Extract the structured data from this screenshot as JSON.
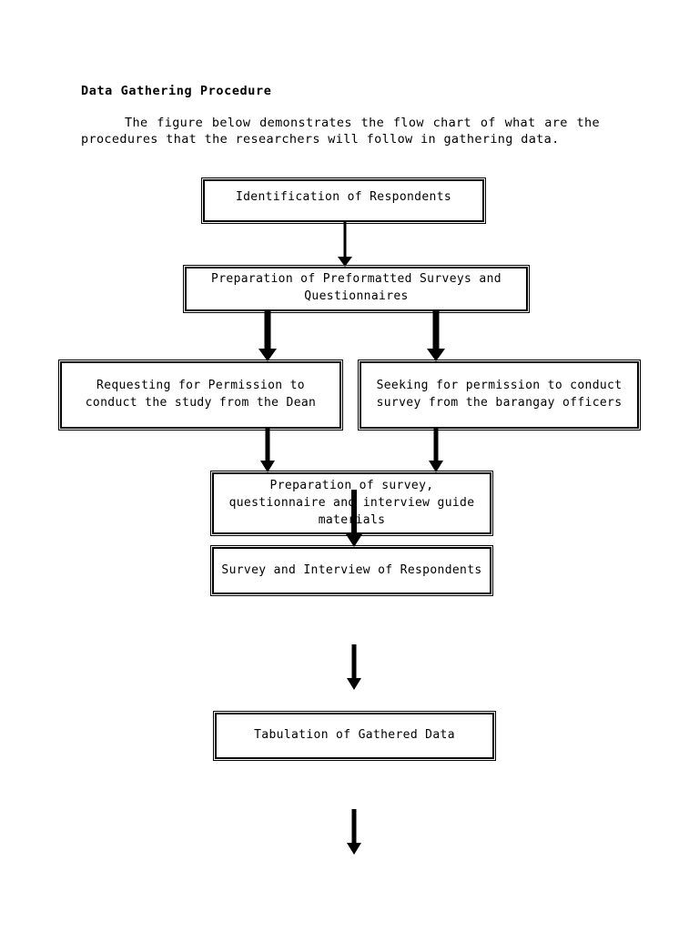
{
  "document": {
    "heading": "Data Gathering Procedure",
    "paragraph": "The figure below demonstrates the flow chart of what are the procedures that the researchers will follow in gathering data."
  },
  "flowchart": {
    "nodes": [
      {
        "id": "identification",
        "label": "Identification of Respondents"
      },
      {
        "id": "preformatted",
        "label": "Preparation of Preformatted Surveys and Questionnaires"
      },
      {
        "id": "dean",
        "label": "Requesting for Permission to conduct the study from the Dean"
      },
      {
        "id": "barangay",
        "label": "Seeking for permission to conduct survey from the barangay officers"
      },
      {
        "id": "materials",
        "label": "Preparation of survey, questionnaire and interview guide materials"
      },
      {
        "id": "survey",
        "label": "Survey and Interview of Respondents"
      },
      {
        "id": "tabulation",
        "label": "Tabulation of Gathered Data"
      }
    ],
    "edges": [
      {
        "from": "identification",
        "to": "preformatted"
      },
      {
        "from": "preformatted",
        "to": "dean"
      },
      {
        "from": "preformatted",
        "to": "barangay"
      },
      {
        "from": "dean",
        "to": "materials"
      },
      {
        "from": "barangay",
        "to": "materials"
      },
      {
        "from": "materials",
        "to": "survey"
      },
      {
        "from": "survey",
        "to": "tabulation"
      },
      {
        "from": "tabulation",
        "to": ""
      }
    ],
    "colors": {
      "border": "#000000",
      "fill": "#ffffff",
      "text": "#000000",
      "arrow": "#000000"
    }
  }
}
